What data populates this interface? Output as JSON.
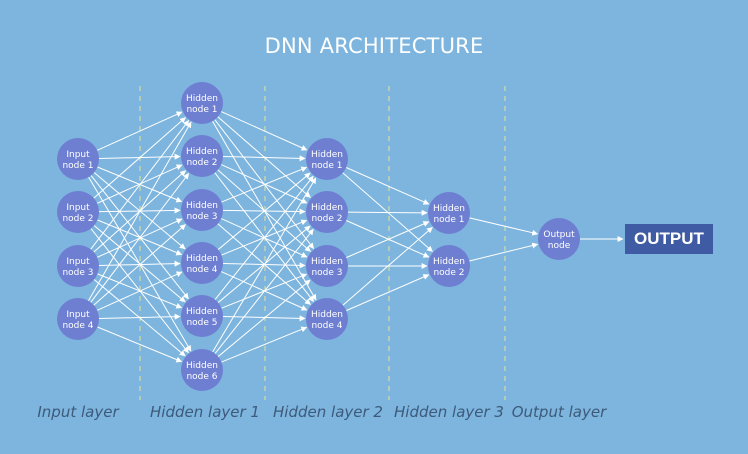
{
  "title": "DNN ARCHITECTURE",
  "colors": {
    "background": "#7db5de",
    "node": "#6e7fd2",
    "edge": "#ffffff",
    "divider": "#e8e49a",
    "output_box": "#3f5ba3",
    "label": "#3d5a7a"
  },
  "layers": [
    {
      "name": "Input layer",
      "nodes": [
        [
          "Input",
          "node 1"
        ],
        [
          "Input",
          "node 2"
        ],
        [
          "Input",
          "node 3"
        ],
        [
          "Input",
          "node 4"
        ]
      ]
    },
    {
      "name": "Hidden layer 1",
      "nodes": [
        [
          "Hidden",
          "node 1"
        ],
        [
          "Hidden",
          "node 2"
        ],
        [
          "Hidden",
          "node 3"
        ],
        [
          "Hidden",
          "node 4"
        ],
        [
          "Hidden",
          "node 5"
        ],
        [
          "Hidden",
          "node 6"
        ]
      ]
    },
    {
      "name": "Hidden layer 2",
      "nodes": [
        [
          "Hidden",
          "node 1"
        ],
        [
          "Hidden",
          "node 2"
        ],
        [
          "Hidden",
          "node 3"
        ],
        [
          "Hidden",
          "node 4"
        ]
      ]
    },
    {
      "name": "Hidden layer 3",
      "nodes": [
        [
          "Hidden",
          "node 1"
        ],
        [
          "Hidden",
          "node 2"
        ]
      ]
    },
    {
      "name": "Output layer",
      "nodes": [
        [
          "Output",
          "node"
        ]
      ]
    }
  ],
  "output_label": "OUTPUT"
}
